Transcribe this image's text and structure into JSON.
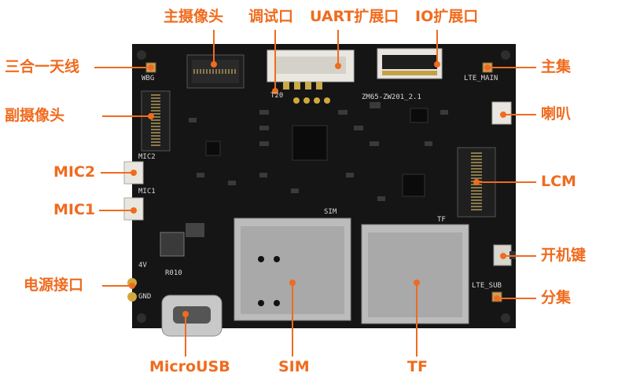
{
  "labels": {
    "main_camera": "主摄像头",
    "debug_port": "调试口",
    "uart_port": "UART扩展口",
    "io_port": "IO扩展口",
    "triplex_antenna": "三合一天线",
    "main_antenna": "主集",
    "sub_camera": "副摄像头",
    "speaker": "喇叭",
    "mic2": "MIC2",
    "lcm": "LCM",
    "mic1": "MIC1",
    "power_port": "电源接口",
    "power_key": "开机键",
    "diversity_antenna": "分集",
    "micro_usb": "MicroUSB",
    "sim": "SIM",
    "tf": "TF"
  },
  "silkscreen": {
    "board_model": "ZM65-ZW201_2.1",
    "wbg": "WBG",
    "lte_main": "LTE_MAIN",
    "lte_sub": "LTE_SUB",
    "mic2": "MIC2",
    "mic1": "MIC1",
    "sim": "SIM",
    "tf": "TF",
    "vin": "4V",
    "gnd": "GND",
    "r010": "R010",
    "t20": "T20"
  },
  "colors": {
    "label": "#f06b1e",
    "pcb": "#151515"
  }
}
